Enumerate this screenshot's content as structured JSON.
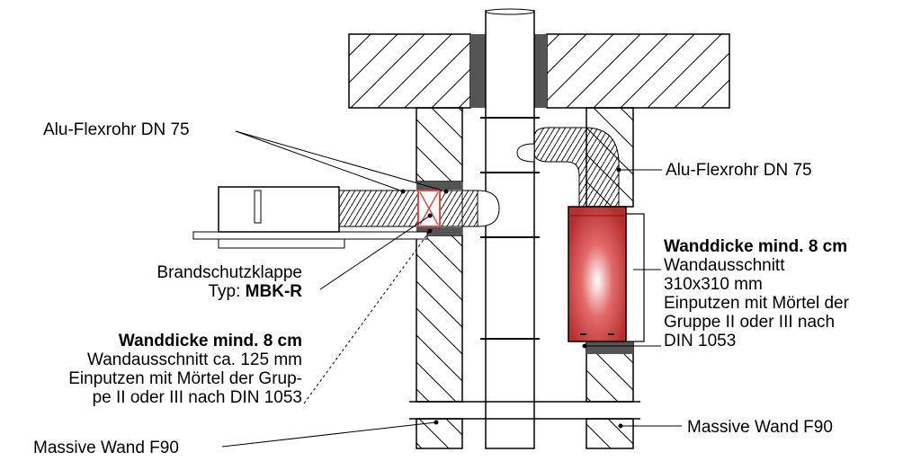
{
  "labels": {
    "flex_left": "Alu-Flexrohr DN 75",
    "flex_right": "Alu-Flexrohr DN 75",
    "damper_line1": "Brandschutzklappe",
    "damper_prefix": "Typ: ",
    "damper_type": "MBK-R",
    "left_wall": {
      "title": "Wanddicke mind. 8 cm",
      "line1": "Wandausschnitt ca. 125 mm",
      "line2": "Einputzen mit Mörtel der Grup-",
      "line3": "pe II oder III nach DIN 1053"
    },
    "right_wall": {
      "title": "Wanddicke mind. 8 cm",
      "line1": "Wandausschnitt",
      "line2": "310x310 mm",
      "line3": "Einputzen mit Mörtel der",
      "line4": "Gruppe II oder III nach",
      "line5": "DIN 1053"
    },
    "wall_left": "Massive Wand F90",
    "wall_right": "Massive Wand F90"
  },
  "colors": {
    "damper_red": "#d94c4c",
    "seal_dark": "#555555",
    "line": "#000000"
  }
}
